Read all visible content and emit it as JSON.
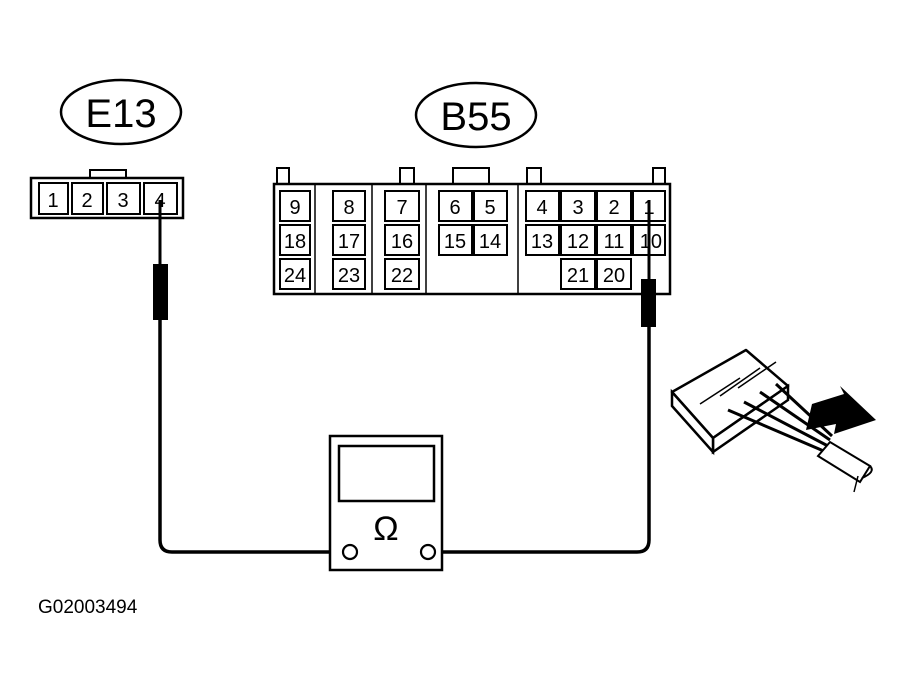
{
  "connectors": {
    "e13": {
      "label": "E13",
      "pins": [
        "1",
        "2",
        "3",
        "4"
      ]
    },
    "b55": {
      "label": "B55",
      "row1": [
        "9",
        "8",
        "7",
        "6",
        "5",
        "4",
        "3",
        "2",
        "1"
      ],
      "row2": [
        "18",
        "17",
        "16",
        "15",
        "14",
        "13",
        "12",
        "11",
        "10"
      ],
      "row3": [
        "24",
        "23",
        "22",
        "21",
        "20"
      ]
    }
  },
  "meter": {
    "symbol": "Ω"
  },
  "figure_code": "G02003494"
}
